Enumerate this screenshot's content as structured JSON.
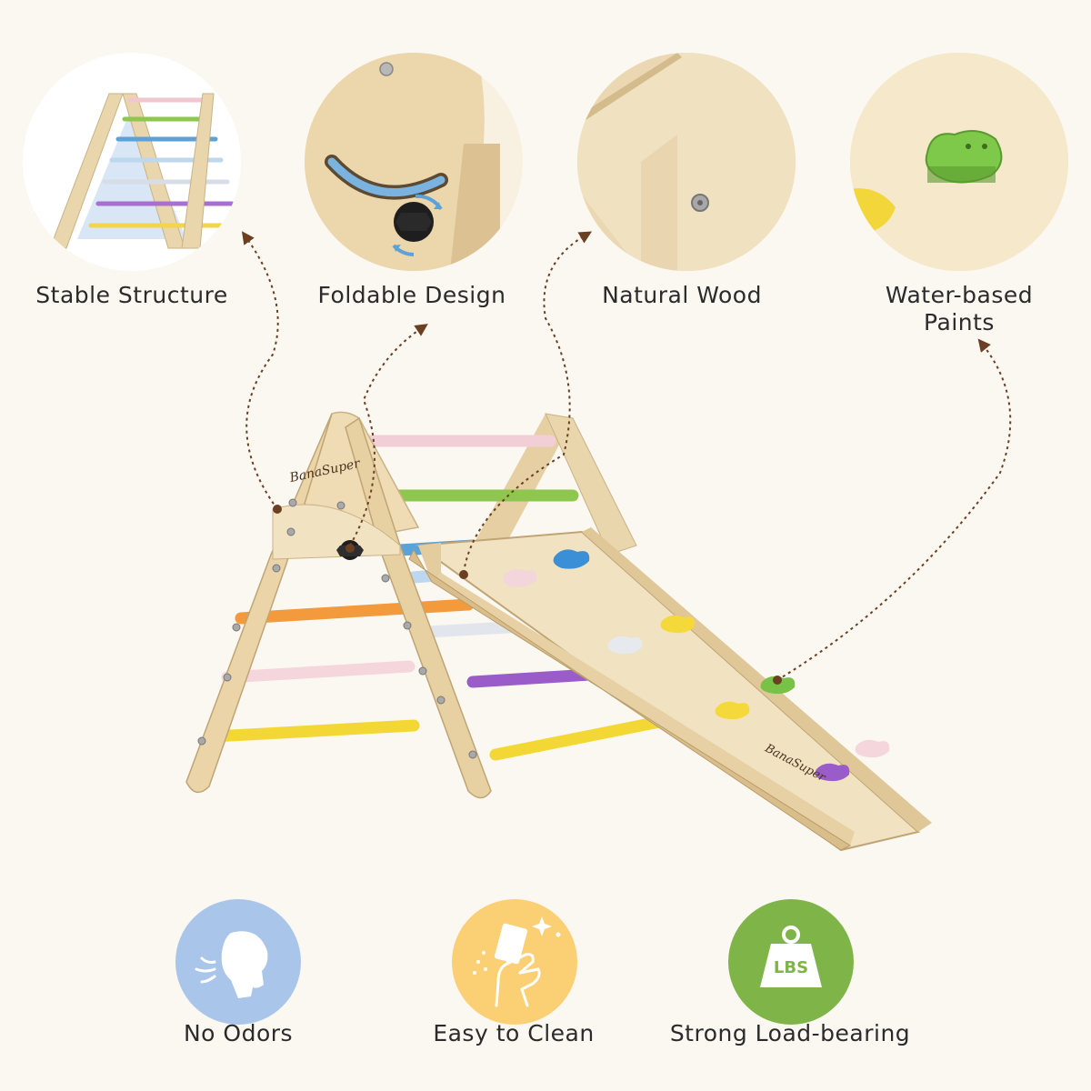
{
  "brand": "BanaSuper",
  "features": [
    {
      "label": "Stable Structure"
    },
    {
      "label": "Foldable Design"
    },
    {
      "label": "Natural Wood"
    },
    {
      "label": "Water-based Paints",
      "line1": "Water-based",
      "line2": "Paints"
    }
  ],
  "badges": [
    {
      "label": "No Odors",
      "icon": "face-breath-icon",
      "color": "#a9c6ea"
    },
    {
      "label": "Easy to Clean",
      "icon": "hand-sponge-icon",
      "color": "#fbcf73"
    },
    {
      "label": "Strong Load-bearing",
      "icon": "weight-icon",
      "color": "#7fb548",
      "icon_text": "LBS"
    }
  ],
  "colors": {
    "background": "#fbf8f2",
    "wood": "#ecd9b3",
    "arrow": "#6b3f22"
  }
}
